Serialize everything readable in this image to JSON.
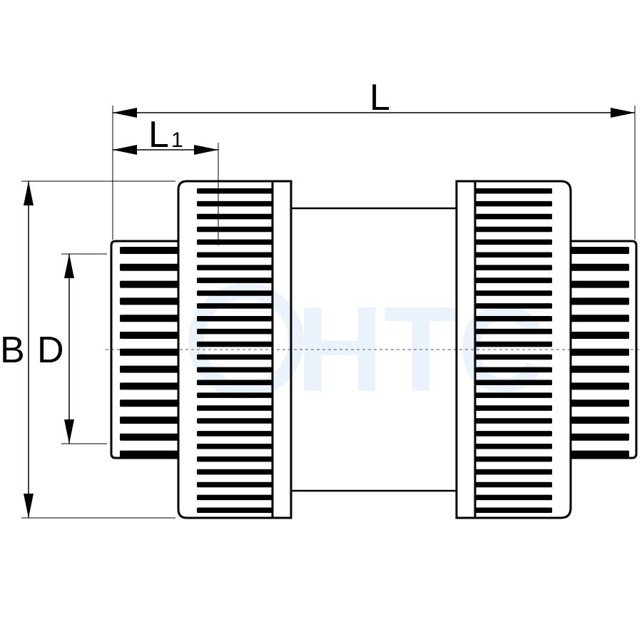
{
  "drawing": {
    "dimensions": {
      "overall_length": "L",
      "end_length_main": "L",
      "end_length_sub": "1",
      "outer_diameter": "B",
      "pipe_diameter": "D"
    },
    "watermark": {
      "text": "HTC",
      "color": "#e8f2fb"
    },
    "line_color": "#000000",
    "centerline_color": "#555555"
  }
}
